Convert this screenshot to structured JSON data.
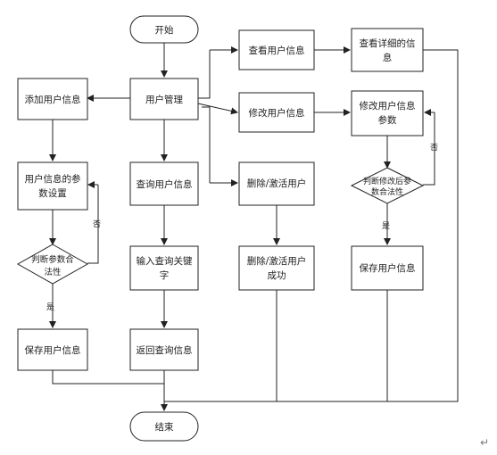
{
  "nodes": {
    "start": "开始",
    "user_mgmt": "用户管理",
    "add_user": "添加用户信息",
    "param_line1": "用户信息的参",
    "param_line2": "数设置",
    "judge_left_line1": "判断参数合",
    "judge_left_line2": "法性",
    "save_left": "保存用户信息",
    "query_user": "查询用户信息",
    "input_line1": "输入查询关键",
    "input_line2": "字",
    "return_query": "返回查询信息",
    "view_user": "查看用户信息",
    "view_detail_line1": "查看详细的信",
    "view_detail_line2": "息",
    "modify_user": "修改用户信息",
    "modify_param_line1": "修改用户信息",
    "modify_param_line2": "参数",
    "judge_right_line1": "判断修改后参",
    "judge_right_line2": "数合法性",
    "save_right": "保存用户信息",
    "delete_user": "删除/激活用户",
    "delete_success_line1": "删除/激活用户",
    "delete_success_line2": "成功",
    "end": "结束"
  },
  "labels": {
    "yes": "是",
    "no": "否"
  },
  "marks": {
    "return_symbol": "↵"
  }
}
